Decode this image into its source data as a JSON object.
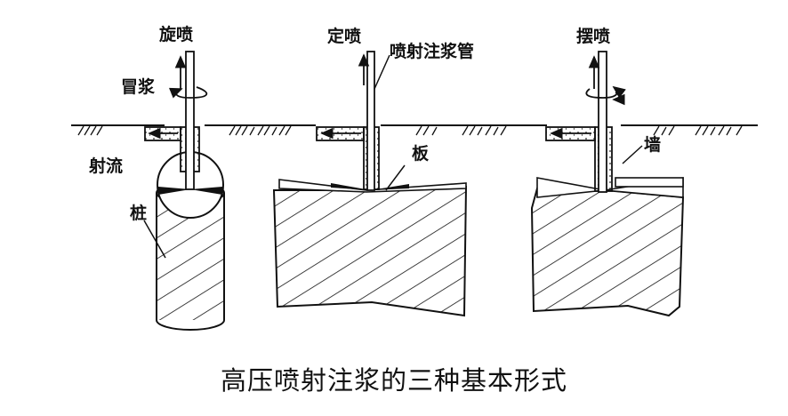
{
  "labels": {
    "rotary": "旋喷",
    "fixed": "定喷",
    "swing": "摆喷",
    "pipe": "喷射注浆管",
    "slurry": "冒浆",
    "jet": "射流",
    "pile": "桩",
    "plate": "板",
    "wall": "墙"
  },
  "caption": "高压喷射注浆的三种基本形式"
}
